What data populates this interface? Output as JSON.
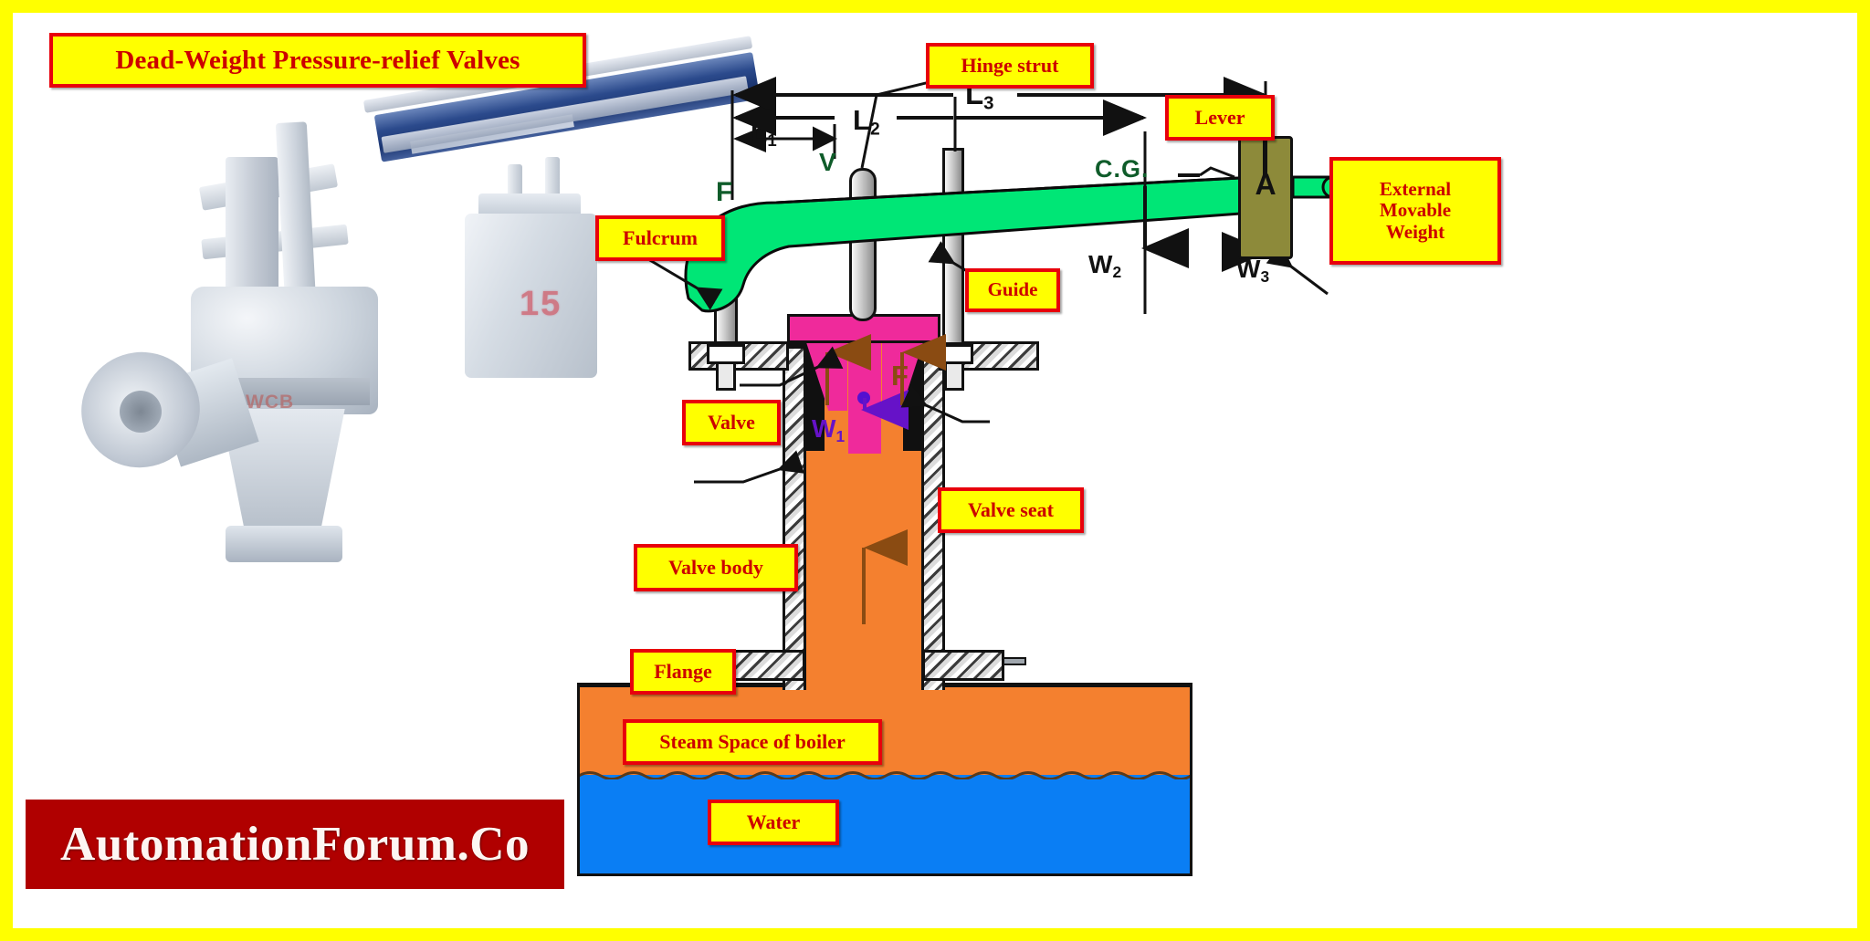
{
  "frame": {
    "border_color": "#ffff00",
    "background": "#ffffff"
  },
  "title": {
    "text": "Dead-Weight Pressure-relief Valves",
    "text_color": "#cc0000",
    "fill_color": "#ffff00",
    "border_color": "#e8000b"
  },
  "watermark": {
    "text": "AutomationForum.Co",
    "background": "#b00000",
    "text_color": "#fdf6f2"
  },
  "photo": {
    "caption_on_weight": "15",
    "caption_on_body": "WCB",
    "lever_color": "#2b4a8c",
    "body_color": "#c8d0da"
  },
  "callouts": [
    {
      "id": "hinge-strut",
      "label": "Hinge strut"
    },
    {
      "id": "lever",
      "label": "Lever"
    },
    {
      "id": "external-movable-weight",
      "label": "External\nMovable\nWeight"
    },
    {
      "id": "fulcrum",
      "label": "Fulcrum"
    },
    {
      "id": "guide",
      "label": "Guide"
    },
    {
      "id": "valve",
      "label": "Valve"
    },
    {
      "id": "valve-seat",
      "label": "Valve seat"
    },
    {
      "id": "valve-body",
      "label": "Valve body"
    },
    {
      "id": "flange",
      "label": "Flange"
    },
    {
      "id": "steam-space",
      "label": "Steam Space of boiler"
    },
    {
      "id": "water",
      "label": "Water"
    }
  ],
  "callout_text": {
    "hinge_strut": "Hinge strut",
    "lever": "Lever",
    "external_movable_weight_l1": "External",
    "external_movable_weight_l2": "Movable",
    "external_movable_weight_l3": "Weight",
    "fulcrum": "Fulcrum",
    "guide": "Guide",
    "valve": "Valve",
    "valve_seat": "Valve seat",
    "valve_body": "Valve body",
    "flange": "Flange",
    "steam_space": "Steam Space of boiler",
    "water": "Water"
  },
  "diagram_symbols": {
    "dim_l1": "L",
    "dim_l1_sub": "1",
    "dim_l2": "L",
    "dim_l2_sub": "2",
    "dim_l3": "L",
    "dim_l3_sub": "3",
    "cg": "C.G.",
    "fulcrum_mark": "F",
    "valve_mark": "V",
    "force_mark": "F",
    "weight_block": "A",
    "w1": "W",
    "w1_sub": "1",
    "w2": "W",
    "w2_sub": "2",
    "w3": "W",
    "w3_sub": "3"
  },
  "colors": {
    "lever_green": "#00e676",
    "valve_magenta": "#ef2a9b",
    "steam_orange": "#f4802f",
    "water_blue": "#0a7ef4",
    "weight_olive": "#8d8a3a",
    "callout_fill": "#ffff00",
    "callout_border": "#e8000b",
    "callout_text": "#cc0000"
  }
}
